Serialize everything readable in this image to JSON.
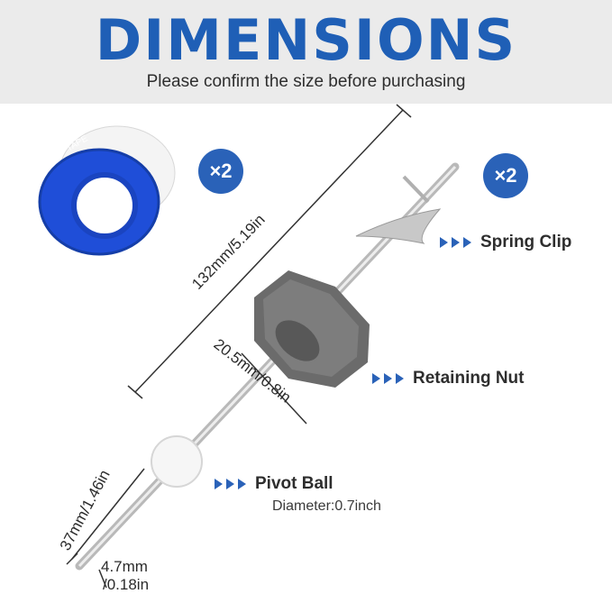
{
  "header": {
    "title": "DIMENSIONS",
    "subtitle": "Please confirm the size before purchasing"
  },
  "tape": {
    "quantity": "×2"
  },
  "rod_assembly": {
    "quantity": "×2"
  },
  "callouts": [
    {
      "label": "Spring Clip"
    },
    {
      "label": "Retaining Nut"
    },
    {
      "label": "Pivot Ball",
      "detail": "Diameter:0.7inch"
    }
  ],
  "dimensions": {
    "total_length": "132mm/5.19in",
    "nut_offset": "20.5mm/0.8in",
    "tip_length": "37mm/1.46in",
    "rod_diameter_line1": "4.7mm",
    "rod_diameter_line2": "/0.18in"
  },
  "colors": {
    "accent": "#2a62b8",
    "title": "#1f5fb6",
    "nut": "#6b6b6b",
    "tape": "#1f4ed8"
  }
}
